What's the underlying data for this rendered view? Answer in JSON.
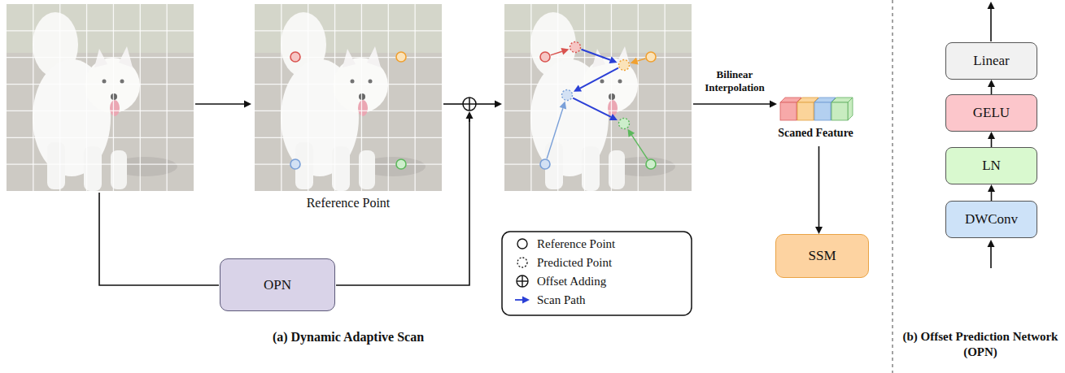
{
  "diagram": {
    "nodes": [
      {
        "text": [
          "OPN"
        ]
      },
      {
        "text": [
          "Scaned Feature"
        ]
      },
      {
        "text": [
          "SSM"
        ]
      },
      {
        "text": [
          "Linear"
        ]
      },
      {
        "text": [
          "GELU"
        ]
      },
      {
        "text": [
          "LN"
        ]
      },
      {
        "text": [
          "DWConv"
        ]
      }
    ],
    "edges": [
      {
        "from": 1,
        "to": 2,
        "arrow": "to"
      },
      {
        "from": 6,
        "to": 5,
        "arrow": "to"
      },
      {
        "from": 5,
        "to": 4,
        "arrow": "to"
      },
      {
        "from": 4,
        "to": 3,
        "arrow": "to"
      }
    ],
    "labels": [
      "Reference Point",
      "Bilinear Interpolation",
      "(a) Dynamic Adaptive Scan",
      "(b) Offset Prediction Network (OPN)"
    ],
    "legend": [
      {
        "text": "Reference Point"
      },
      {
        "text": "Predicted Point"
      },
      {
        "text": "Offset Adding"
      },
      {
        "text": "Scan Path"
      }
    ]
  }
}
